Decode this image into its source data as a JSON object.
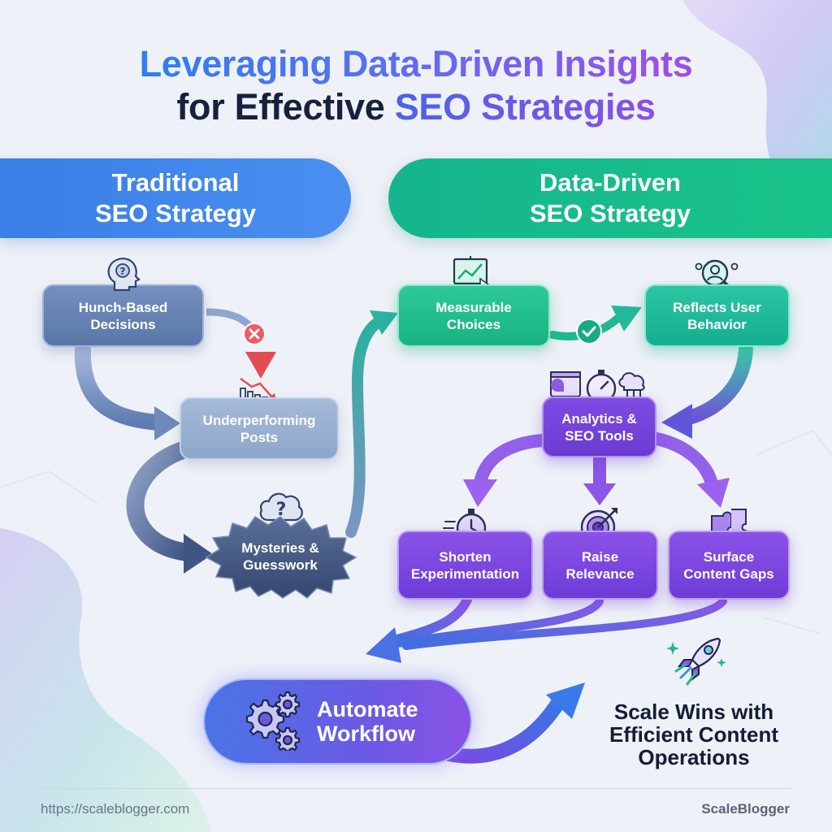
{
  "title": {
    "line1": "Leveraging Data-Driven Insights",
    "line2_prefix": "for Effective ",
    "line2_highlight": "SEO Strategies"
  },
  "banners": {
    "traditional": [
      "Traditional",
      "SEO Strategy"
    ],
    "data_driven": [
      "Data-Driven",
      "SEO Strategy"
    ]
  },
  "traditional_nodes": {
    "hunch": [
      "Hunch-Based",
      "Decisions"
    ],
    "underperforming": [
      "Underperforming",
      "Posts"
    ],
    "mysteries": [
      "Mysteries &",
      "Guesswork"
    ]
  },
  "data_driven_nodes": {
    "measurable": [
      "Measurable",
      "Choices"
    ],
    "reflects": [
      "Reflects User",
      "Behavior"
    ],
    "analytics": [
      "Analytics &",
      "SEO Tools"
    ],
    "shorten": [
      "Shorten",
      "Experimentation"
    ],
    "raise": [
      "Raise",
      "Relevance"
    ],
    "surface": [
      "Surface",
      "Content Gaps"
    ]
  },
  "automate": [
    "Automate",
    "Workflow"
  ],
  "outcome": [
    "Scale Wins with",
    "Efficient Content",
    "Operations"
  ],
  "footer": {
    "url": "https://scaleblogger.com",
    "brand": "ScaleBlogger"
  },
  "icons": [
    "brain-icon",
    "x-mark-icon",
    "down-chart-icon",
    "question-cloud-icon",
    "chart-board-icon",
    "check-icon",
    "user-search-icon",
    "analytics-tools-icon",
    "stopwatch-icon",
    "target-icon",
    "puzzle-icon",
    "gears-icon",
    "rocket-icon"
  ],
  "colors": {
    "traditional": "#3a7ee6",
    "data_driven": "#16b58d",
    "purple": "#7a45e0",
    "dark_text": "#16213c"
  }
}
